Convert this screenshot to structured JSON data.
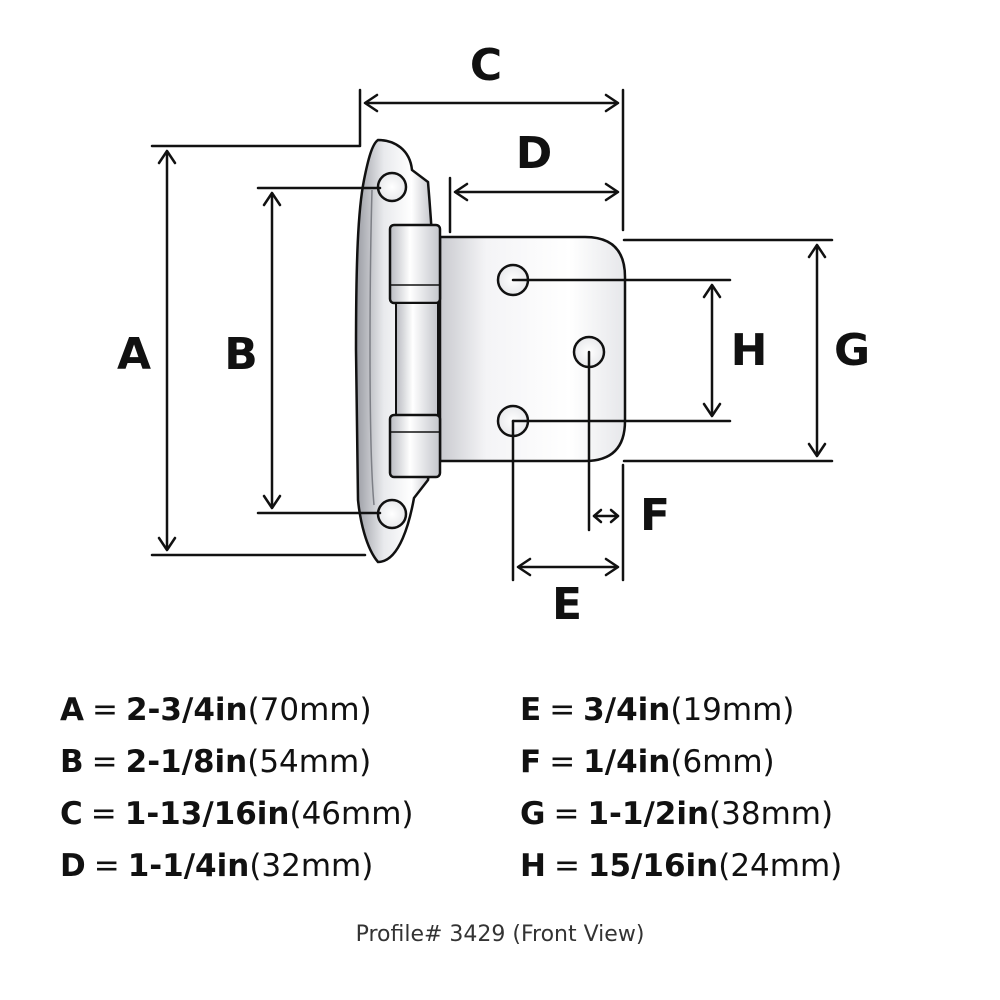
{
  "dimension_labels": [
    "A",
    "B",
    "C",
    "D",
    "E",
    "F",
    "G",
    "H"
  ],
  "legend": {
    "left": [
      {
        "letter": "A",
        "imperial": "2-3/4in",
        "metric": "(70mm)"
      },
      {
        "letter": "B",
        "imperial": "2-1/8in",
        "metric": "(54mm)"
      },
      {
        "letter": "C",
        "imperial": "1-13/16in",
        "metric": "(46mm)"
      },
      {
        "letter": "D",
        "imperial": "1-1/4in",
        "metric": "(32mm)"
      }
    ],
    "right": [
      {
        "letter": "E",
        "imperial": "3/4in",
        "metric": "(19mm)"
      },
      {
        "letter": "F",
        "imperial": "1/4in",
        "metric": "(6mm)"
      },
      {
        "letter": "G",
        "imperial": "1-1/2in",
        "metric": "(38mm)"
      },
      {
        "letter": "H",
        "imperial": "15/16in",
        "metric": "(24mm)"
      }
    ],
    "equals": "="
  },
  "caption": "Profile# 3429 (Front View)",
  "colors": {
    "line": "#111111",
    "metal_light": "#f4f4f6",
    "metal_mid": "#d7d8dc",
    "metal_dark": "#9a9ca3"
  }
}
